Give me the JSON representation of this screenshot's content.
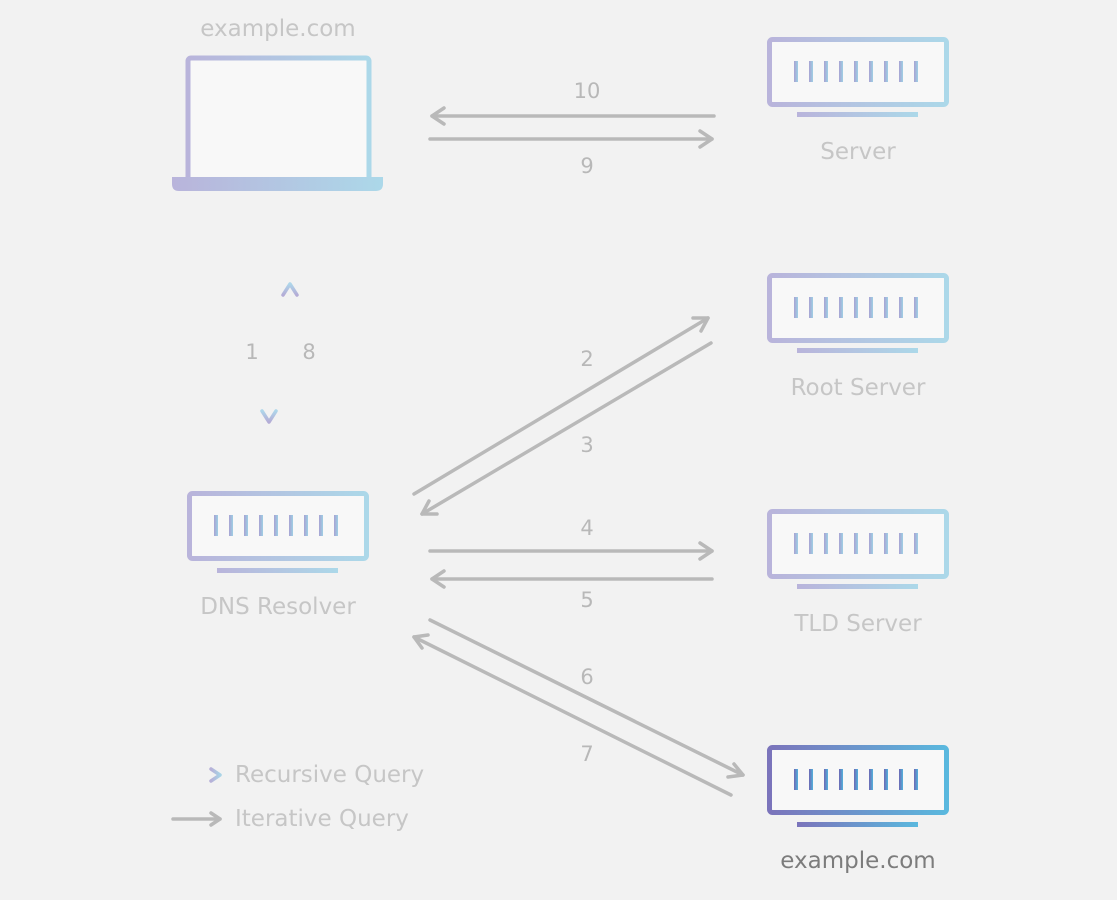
{
  "nodes": {
    "client": {
      "label": "example.com",
      "icon": "laptop-icon"
    },
    "server": {
      "label": "Server",
      "icon": "server-icon"
    },
    "root": {
      "label": "Root Server",
      "icon": "server-icon"
    },
    "tld": {
      "label": "TLD Server",
      "icon": "server-icon"
    },
    "resolver": {
      "label": "DNS Resolver",
      "icon": "server-icon"
    },
    "authoritative": {
      "label": "example.com",
      "icon": "server-icon"
    }
  },
  "steps": {
    "s1": "1",
    "s2": "2",
    "s3": "3",
    "s4": "4",
    "s5": "5",
    "s6": "6",
    "s7": "7",
    "s8": "8",
    "s9": "9",
    "s10": "10"
  },
  "legend": {
    "recursive": "Recursive Query",
    "iterative": "Iterative Query"
  },
  "colors": {
    "background": "#f2f2f2",
    "iterative_arrow": "#b9b9b9",
    "recursive_gradient": [
      "#b7b0d8",
      "#a9d3e6"
    ],
    "device_gradient": [
      "#b9b4db",
      "#acd8e9"
    ],
    "highlight_gradient": [
      "#7b74bb",
      "#5ab8de"
    ]
  }
}
